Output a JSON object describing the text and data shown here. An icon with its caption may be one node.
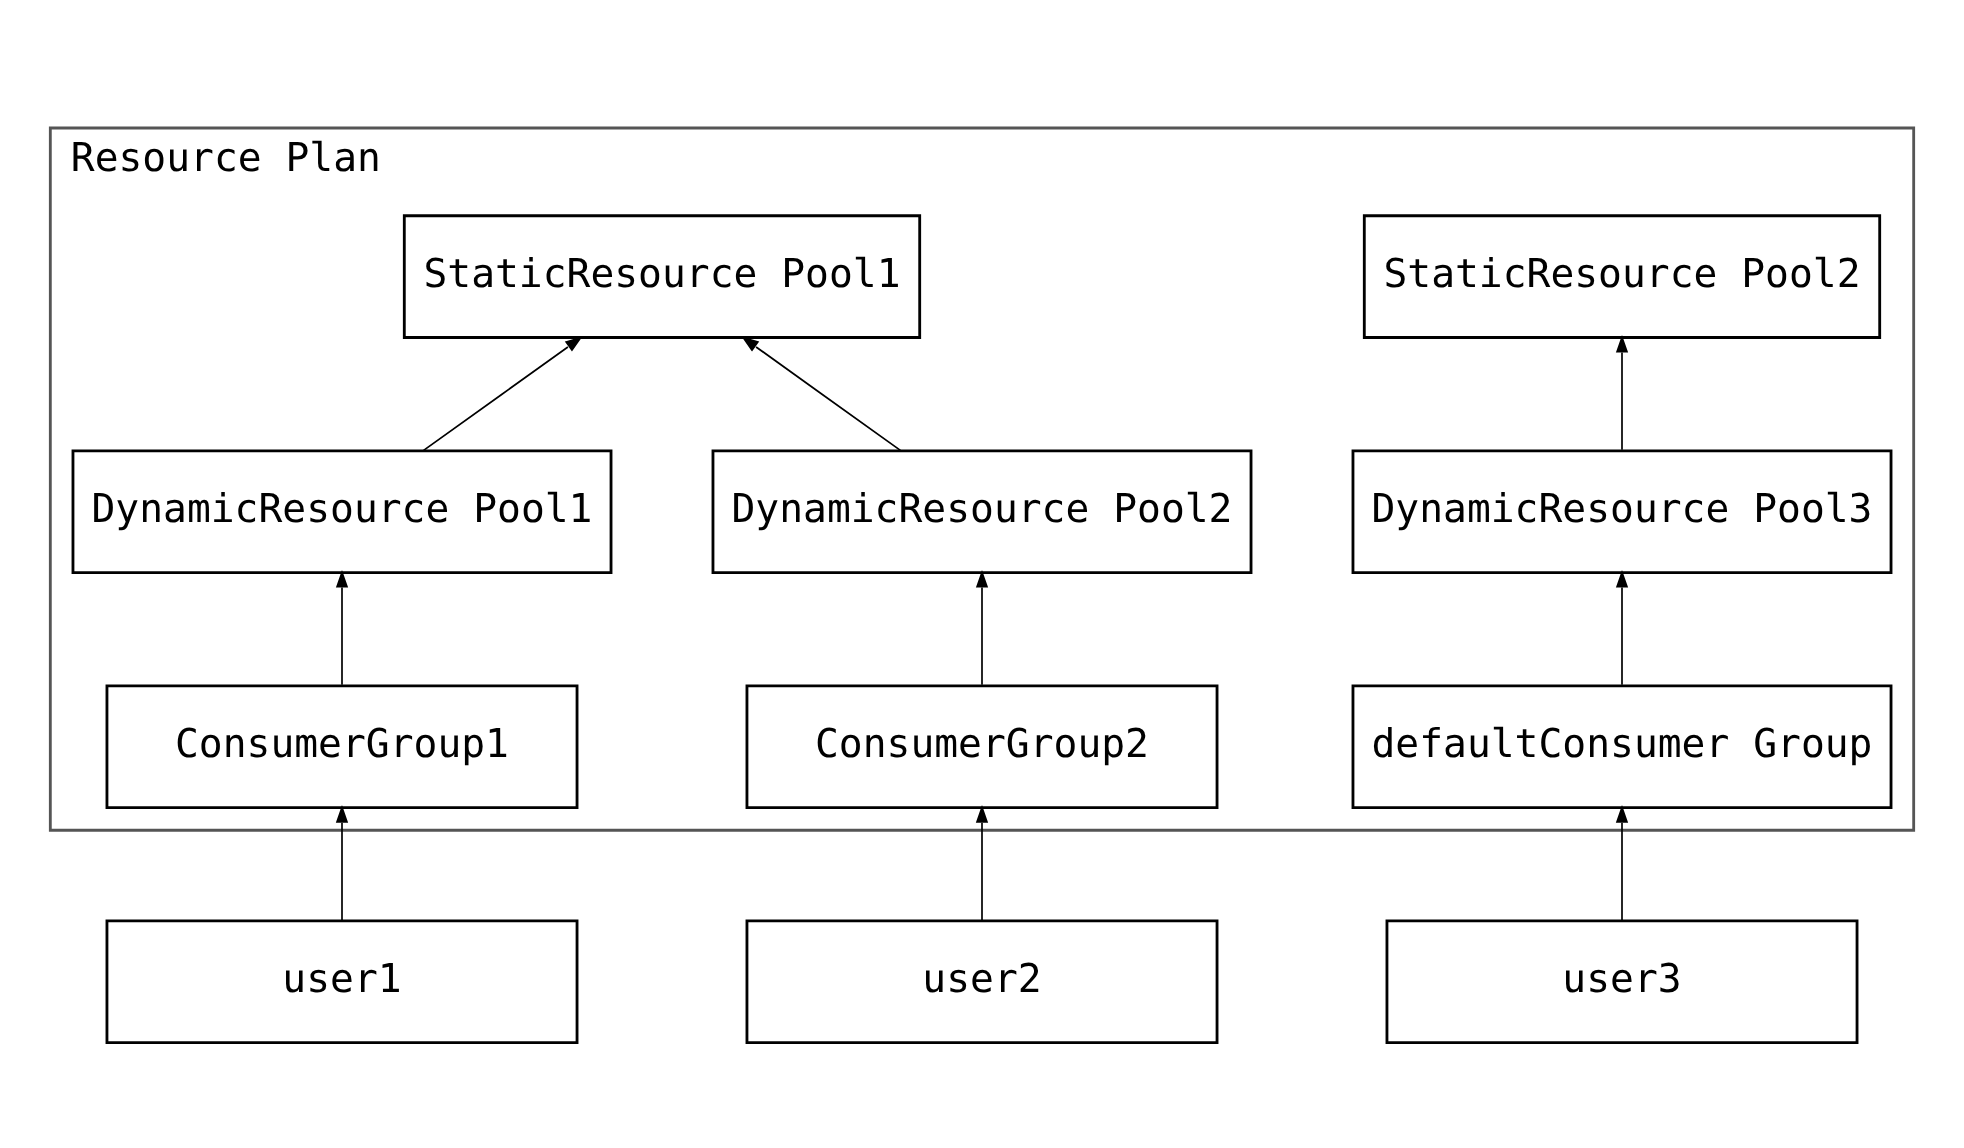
{
  "diagram": {
    "nodes": [
      {
        "text": [
          "Resource Plan"
        ]
      },
      {
        "text": [
          "StaticResource Pool1"
        ],
        "in": 0
      },
      {
        "text": [
          "StaticResource Pool2"
        ],
        "in": 0
      },
      {
        "text": [
          "DynamicResource Pool1"
        ],
        "in": 0
      },
      {
        "text": [
          "DynamicResource Pool2"
        ],
        "in": 0
      },
      {
        "text": [
          "DynamicResource Pool3"
        ],
        "in": 0
      },
      {
        "text": [
          "ConsumerGroup1"
        ],
        "in": 0
      },
      {
        "text": [
          "ConsumerGroup2"
        ],
        "in": 0
      },
      {
        "text": [
          "defaultConsumer Group"
        ],
        "in": 0
      },
      {
        "text": [
          "user1"
        ]
      },
      {
        "text": [
          "user2"
        ]
      },
      {
        "text": [
          "user3"
        ]
      }
    ],
    "edges": [
      {
        "from": 3,
        "to": 1,
        "arrow": "to"
      },
      {
        "from": 4,
        "to": 1,
        "arrow": "to"
      },
      {
        "from": 5,
        "to": 2,
        "arrow": "to"
      },
      {
        "from": 6,
        "to": 3,
        "arrow": "to"
      },
      {
        "from": 7,
        "to": 4,
        "arrow": "to"
      },
      {
        "from": 8,
        "to": 5,
        "arrow": "to"
      },
      {
        "from": 9,
        "to": 6,
        "arrow": "to"
      },
      {
        "from": 10,
        "to": 7,
        "arrow": "to"
      },
      {
        "from": 11,
        "to": 8,
        "arrow": "to"
      }
    ]
  }
}
